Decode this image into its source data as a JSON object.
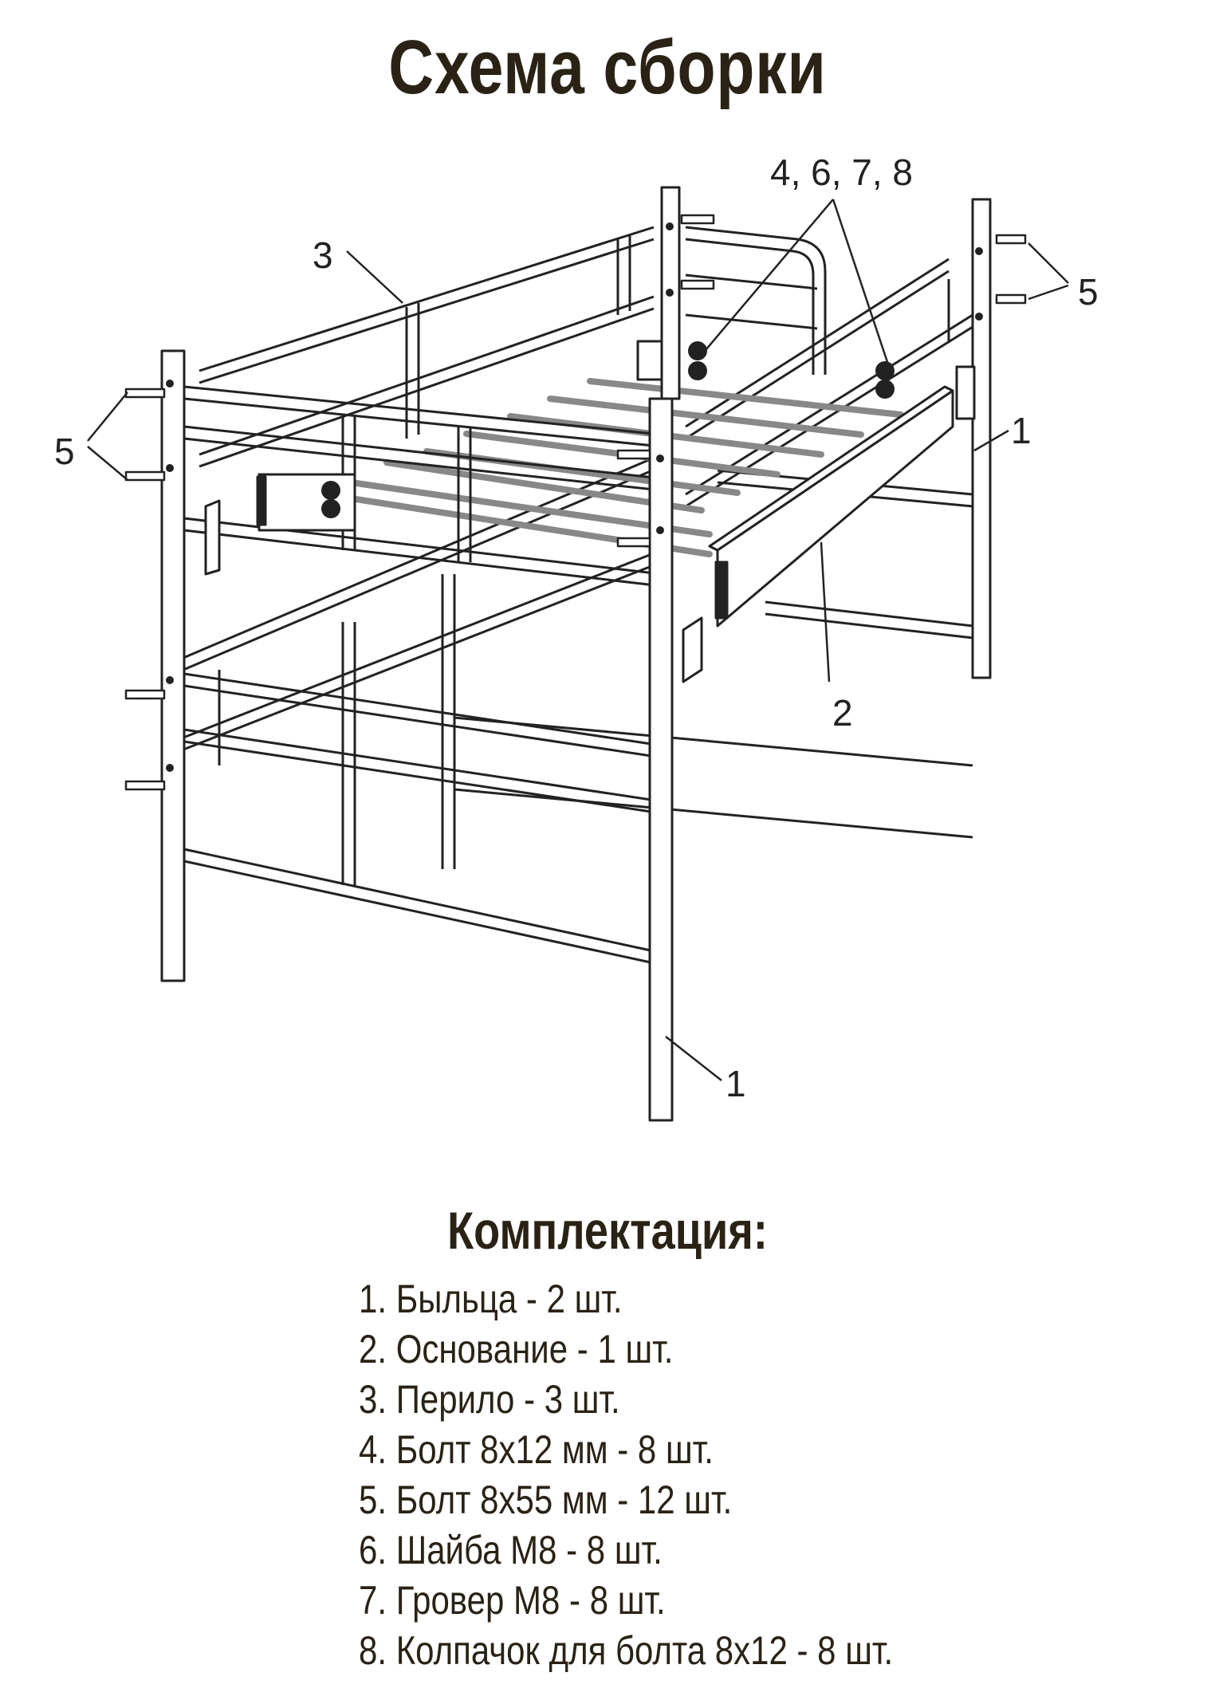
{
  "title": "Схема сборки",
  "callouts": {
    "c1_right": "1",
    "c1_bottom": "1",
    "c2": "2",
    "c3": "3",
    "c468": "4, 6, 7, 8",
    "c5_left": "5",
    "c5_right": "5"
  },
  "kit": {
    "title": "Комплектация:",
    "items": [
      "1. Быльца - 2 шт.",
      "2. Основание - 1 шт.",
      "3. Перило - 3 шт.",
      "4. Болт 8х12 мм - 8 шт.",
      "5. Болт 8х55 мм - 12 шт.",
      "6. Шайба М8 - 8 шт.",
      "7. Гровер М8 - 8 шт.",
      "8. Колпачок для болта 8х12 - 8 шт."
    ]
  },
  "colors": {
    "text": "#2a2215",
    "line": "#222222",
    "fill": "#ffffff",
    "slat": "#888888"
  }
}
